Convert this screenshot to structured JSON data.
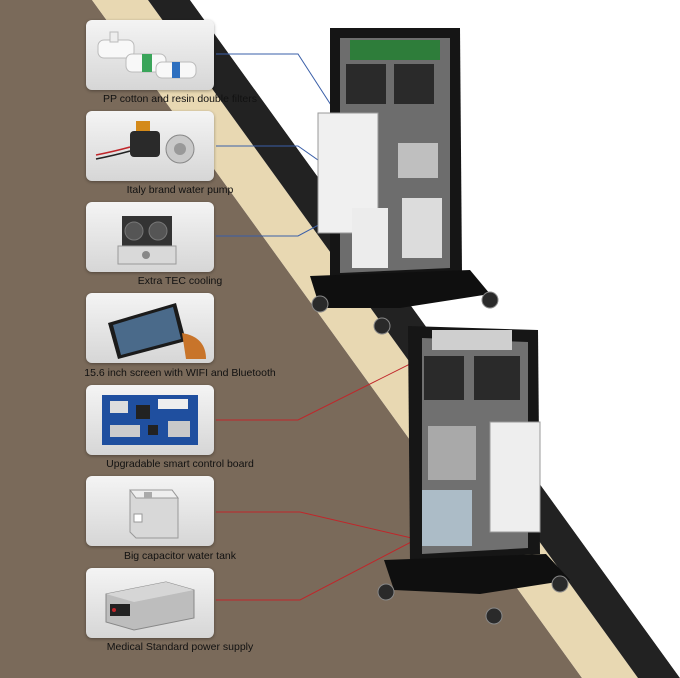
{
  "features": [
    {
      "label": "PP cotton and resin double filters",
      "icon": "filter-cartridges-icon"
    },
    {
      "label": "Italy brand water pump",
      "icon": "water-pump-icon"
    },
    {
      "label": "Extra TEC cooling",
      "icon": "tec-cooler-icon"
    },
    {
      "label": "15.6 inch screen with WIFI and Bluetooth",
      "icon": "touch-screen-icon"
    },
    {
      "label": "Upgradable smart control board",
      "icon": "control-board-icon"
    },
    {
      "label": "Big capacitor water tank",
      "icon": "water-tank-icon"
    },
    {
      "label": "Medical Standard power supply",
      "icon": "power-supply-icon"
    }
  ],
  "colors": {
    "background_brown": "#7a6a5a",
    "stripe_beige": "#e6d4aa",
    "stripe_dark": "#222222",
    "blue_line": "#3a5fa8",
    "red_line": "#c0262a"
  }
}
